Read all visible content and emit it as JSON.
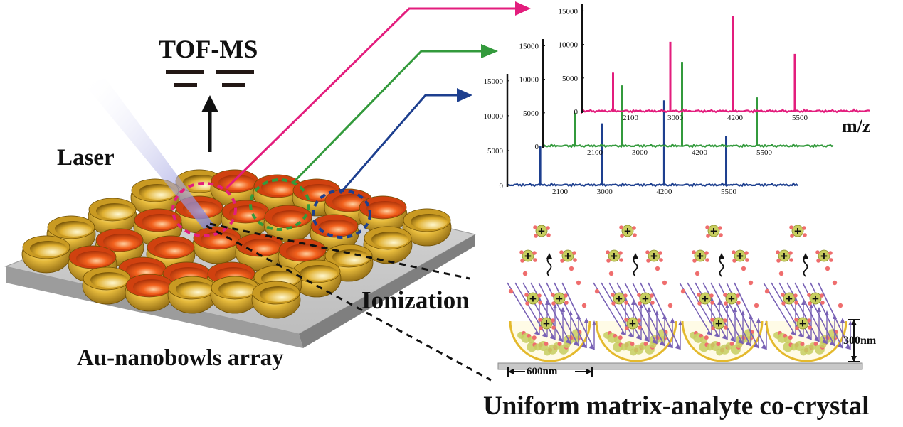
{
  "labels": {
    "tof_ms": "TOF-MS",
    "laser": "Laser",
    "substrate": "Au-nanobowls array",
    "ionization": "Ionization",
    "cocrystal": "Uniform matrix-analyte co-crystal",
    "mz_axis": "m/z",
    "depth": "300nm",
    "period": "600nm",
    "plus_sign": "+"
  },
  "colors": {
    "pink": "#e31d7d",
    "green": "#339a3c",
    "blue": "#1d3f8f",
    "gold": "#d9a82a",
    "orange": "#e8531d"
  },
  "chart_data": {
    "type": "line",
    "note": "three stacked mass spectra (blue back, green middle, pink front)",
    "xlabel": "m/z",
    "x_ticks": [
      "2100",
      "3000",
      "4200",
      "5500"
    ],
    "series": [
      {
        "color": "#e31d7d",
        "y_ticks": [
          "0",
          "5000",
          "10000",
          "15000"
        ],
        "ylim": [
          0,
          16000
        ],
        "peaks": [
          {
            "mz": 1750,
            "intensity": 5800
          },
          {
            "mz": 2900,
            "intensity": 10400
          },
          {
            "mz": 4150,
            "intensity": 14200
          },
          {
            "mz": 5400,
            "intensity": 8600
          }
        ]
      },
      {
        "color": "#339a3c",
        "y_ticks": [
          "0",
          "5000",
          "10000",
          "15000"
        ],
        "ylim": [
          0,
          16000
        ],
        "peaks": [
          {
            "mz": 1700,
            "intensity": 5000
          },
          {
            "mz": 2650,
            "intensity": 9100
          },
          {
            "mz": 3850,
            "intensity": 12600
          },
          {
            "mz": 5350,
            "intensity": 7300
          }
        ]
      },
      {
        "color": "#1d3f8f",
        "y_ticks": [
          "0",
          "5000",
          "10000",
          "15000"
        ],
        "ylim": [
          0,
          16000
        ],
        "peaks": [
          {
            "mz": 1700,
            "intensity": 5600
          },
          {
            "mz": 2950,
            "intensity": 8900
          },
          {
            "mz": 4200,
            "intensity": 12200
          },
          {
            "mz": 5450,
            "intensity": 7100
          }
        ]
      }
    ]
  }
}
